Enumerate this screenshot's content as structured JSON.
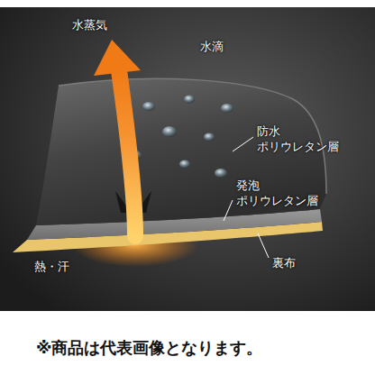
{
  "diagram": {
    "caption": "※商品は代表画像となります。",
    "labels": [
      "水蒸気",
      "水滴",
      "防水 ポリウレタン層",
      "発泡 ポリウレタン層",
      "熱・汗",
      "裏布"
    ]
  }
}
